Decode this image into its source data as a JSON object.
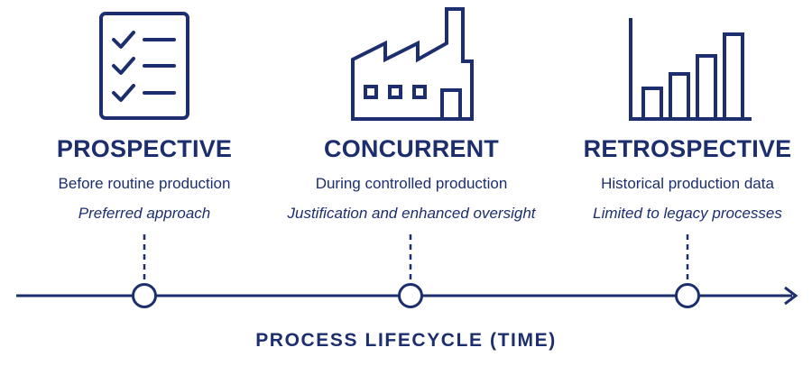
{
  "stages": [
    {
      "icon": "checklist-icon",
      "title": "PROSPECTIVE",
      "description": "Before routine production",
      "note": "Preferred approach"
    },
    {
      "icon": "factory-icon",
      "title": "CONCURRENT",
      "description": "During controlled production",
      "note": "Justification and enhanced oversight"
    },
    {
      "icon": "bar-chart-icon",
      "title": "RETROSPECTIVE",
      "description": "Historical production data",
      "note": "Limited to legacy processes"
    }
  ],
  "axis": {
    "label": "PROCESS LIFECYCLE (TIME)"
  },
  "colors": {
    "primary": "#1c2e6e",
    "background": "#ffffff"
  }
}
